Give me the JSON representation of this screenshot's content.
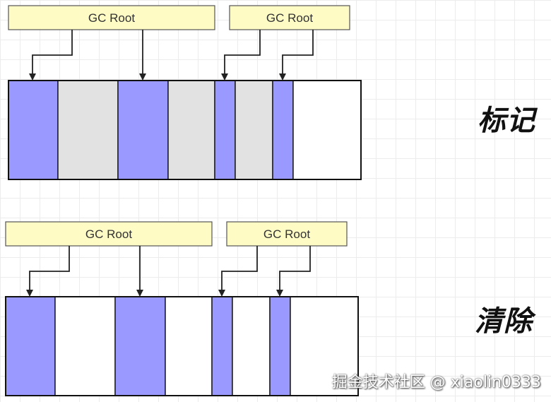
{
  "colors": {
    "reachable": "#9999ff",
    "unreachable": "#e2e2e2",
    "free": "#ffffff",
    "root_fill": "#fffbc4",
    "line": "#222222"
  },
  "phases": [
    {
      "label": "标记",
      "roots": [
        {
          "label": "GC Root"
        },
        {
          "label": "GC Root"
        }
      ],
      "blocks": [
        "reachable",
        "unreachable",
        "reachable",
        "unreachable",
        "reachable",
        "unreachable",
        "reachable",
        "free"
      ]
    },
    {
      "label": "清除",
      "roots": [
        {
          "label": "GC Root"
        },
        {
          "label": "GC Root"
        }
      ],
      "blocks": [
        "reachable",
        "free",
        "reachable",
        "free",
        "reachable",
        "free",
        "reachable",
        "free"
      ]
    }
  ],
  "watermark": "掘金技术社区 @ xiaolin0333"
}
